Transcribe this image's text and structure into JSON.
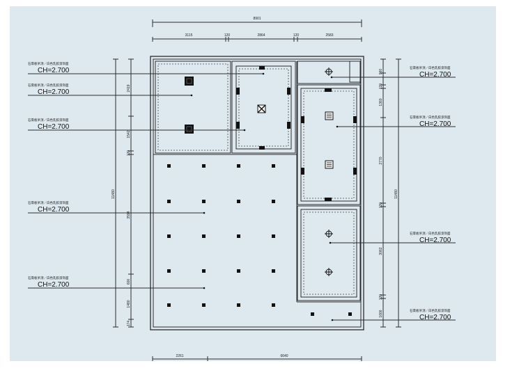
{
  "dimensions": {
    "top_total": "8901",
    "top_segments": [
      "3115",
      "120",
      "2864",
      "120",
      "2583"
    ],
    "bottom_segments": [
      "2261",
      "6640"
    ],
    "left_total": "11480",
    "right_total": "11480",
    "left_segments": [
      "2419",
      "1542",
      "120",
      "3594",
      "600",
      "1480",
      "174"
    ],
    "right_segments": [
      "960",
      "120",
      "1360",
      "2770",
      "120",
      "3062",
      "120",
      "1666"
    ]
  },
  "annotations": [
    {
      "label": "石膏板吊顶／白色乳胶漆饰面",
      "height": "CH=2.700"
    },
    {
      "label": "石膏板吊顶／白色乳胶漆饰面",
      "height": "CH=2.700"
    },
    {
      "label": "石膏板吊顶／白色乳胶漆饰面",
      "height": "CH=2.700"
    },
    {
      "label": "石膏板吊顶／白色乳胶漆饰面",
      "height": "CH=2.700"
    },
    {
      "label": "石膏板吊顶／白色乳胶漆饰面",
      "height": "CH=2.700"
    },
    {
      "label": "石膏板吊顶／白色乳胶漆饰面",
      "height": "CH=2.700"
    },
    {
      "label": "石膏板吊顶／白色乳胶漆饰面",
      "height": "CH=2.700"
    },
    {
      "label": "石膏板吊顶／白色乳胶漆饰面",
      "height": "CH=2.700"
    },
    {
      "label": "石膏板吊顶／白色乳胶漆饰面",
      "height": "CH=2.700"
    }
  ],
  "colors": {
    "paper": "#dde9ef",
    "ink": "#2b2b2b"
  }
}
